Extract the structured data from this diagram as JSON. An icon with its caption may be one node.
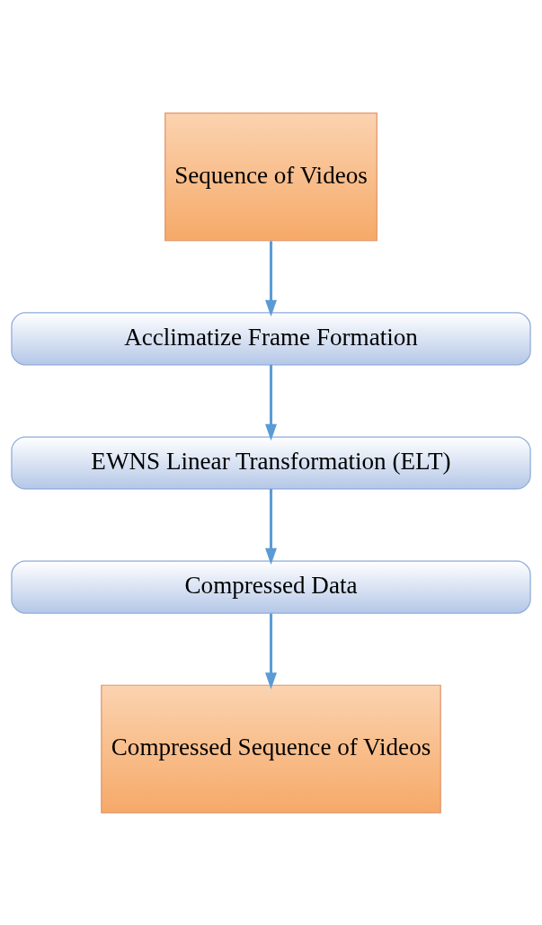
{
  "diagram": {
    "nodes": [
      {
        "text": [
          "Sequence of Videos"
        ]
      },
      {
        "text": [
          "Acclimatize Frame Formation"
        ]
      },
      {
        "text": [
          "EWNS Linear Transformation (ELT)"
        ]
      },
      {
        "text": [
          "Compressed Data"
        ]
      },
      {
        "text": [
          "Compressed Sequence of Videos"
        ]
      }
    ],
    "edges": [
      {
        "from": 0,
        "to": 1,
        "arrow": "to"
      },
      {
        "from": 1,
        "to": 2,
        "arrow": "to"
      },
      {
        "from": 2,
        "to": 3,
        "arrow": "to"
      },
      {
        "from": 3,
        "to": 4,
        "arrow": "to"
      }
    ]
  }
}
